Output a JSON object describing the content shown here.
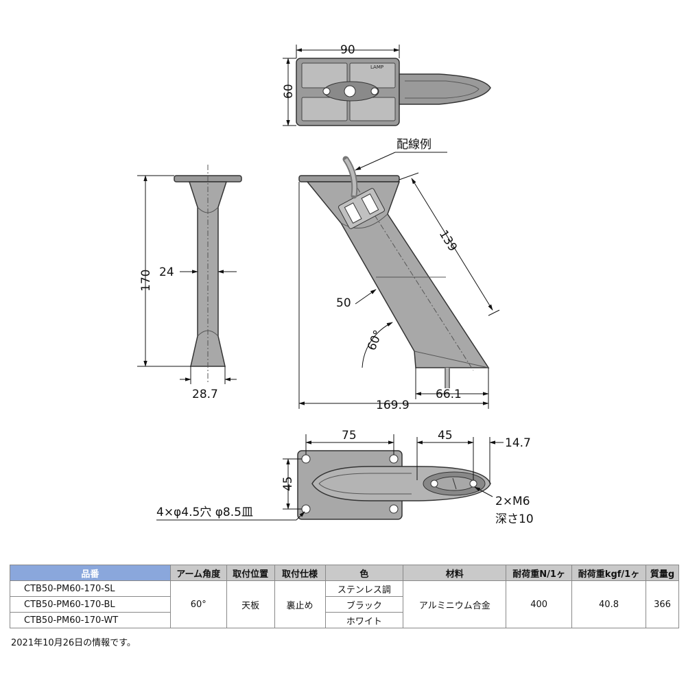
{
  "dimensions": {
    "top_width": "90",
    "top_height": "60",
    "front_height": "170",
    "front_width_mid": "24",
    "front_width_bottom": "28.7",
    "side_arm_length": "139",
    "side_arm_width": "50",
    "side_angle": "60°",
    "side_foot": "66.1",
    "side_total": "169.9",
    "bottom_plate": "75",
    "bottom_hole_spacing": "45",
    "bottom_tip_spacing": "45",
    "bottom_tip_offset": "14.7"
  },
  "labels": {
    "wiring_example": "配線例",
    "mount_holes": "4×φ4.5穴 φ8.5皿",
    "thread_line1": "2×M6",
    "thread_line2": "深さ10",
    "brand_mark": "LAMP"
  },
  "table": {
    "headers": [
      "品番",
      "アーム角度",
      "取付位置",
      "取付仕様",
      "色",
      "材料",
      "耐荷重N/1ヶ",
      "耐荷重kgf/1ヶ",
      "質量g"
    ],
    "codes": [
      "CTB50-PM60-170-SL",
      "CTB50-PM60-170-BL",
      "CTB50-PM60-170-WT"
    ],
    "colors": [
      "ステンレス調",
      "ブラック",
      "ホワイト"
    ],
    "arm_angle": "60°",
    "mount_position": "天板",
    "mount_spec": "裏止め",
    "material": "アルミニウム合金",
    "load_n": "400",
    "load_kgf": "40.8",
    "mass": "366"
  },
  "note": "2021年10月26日の情報です。"
}
